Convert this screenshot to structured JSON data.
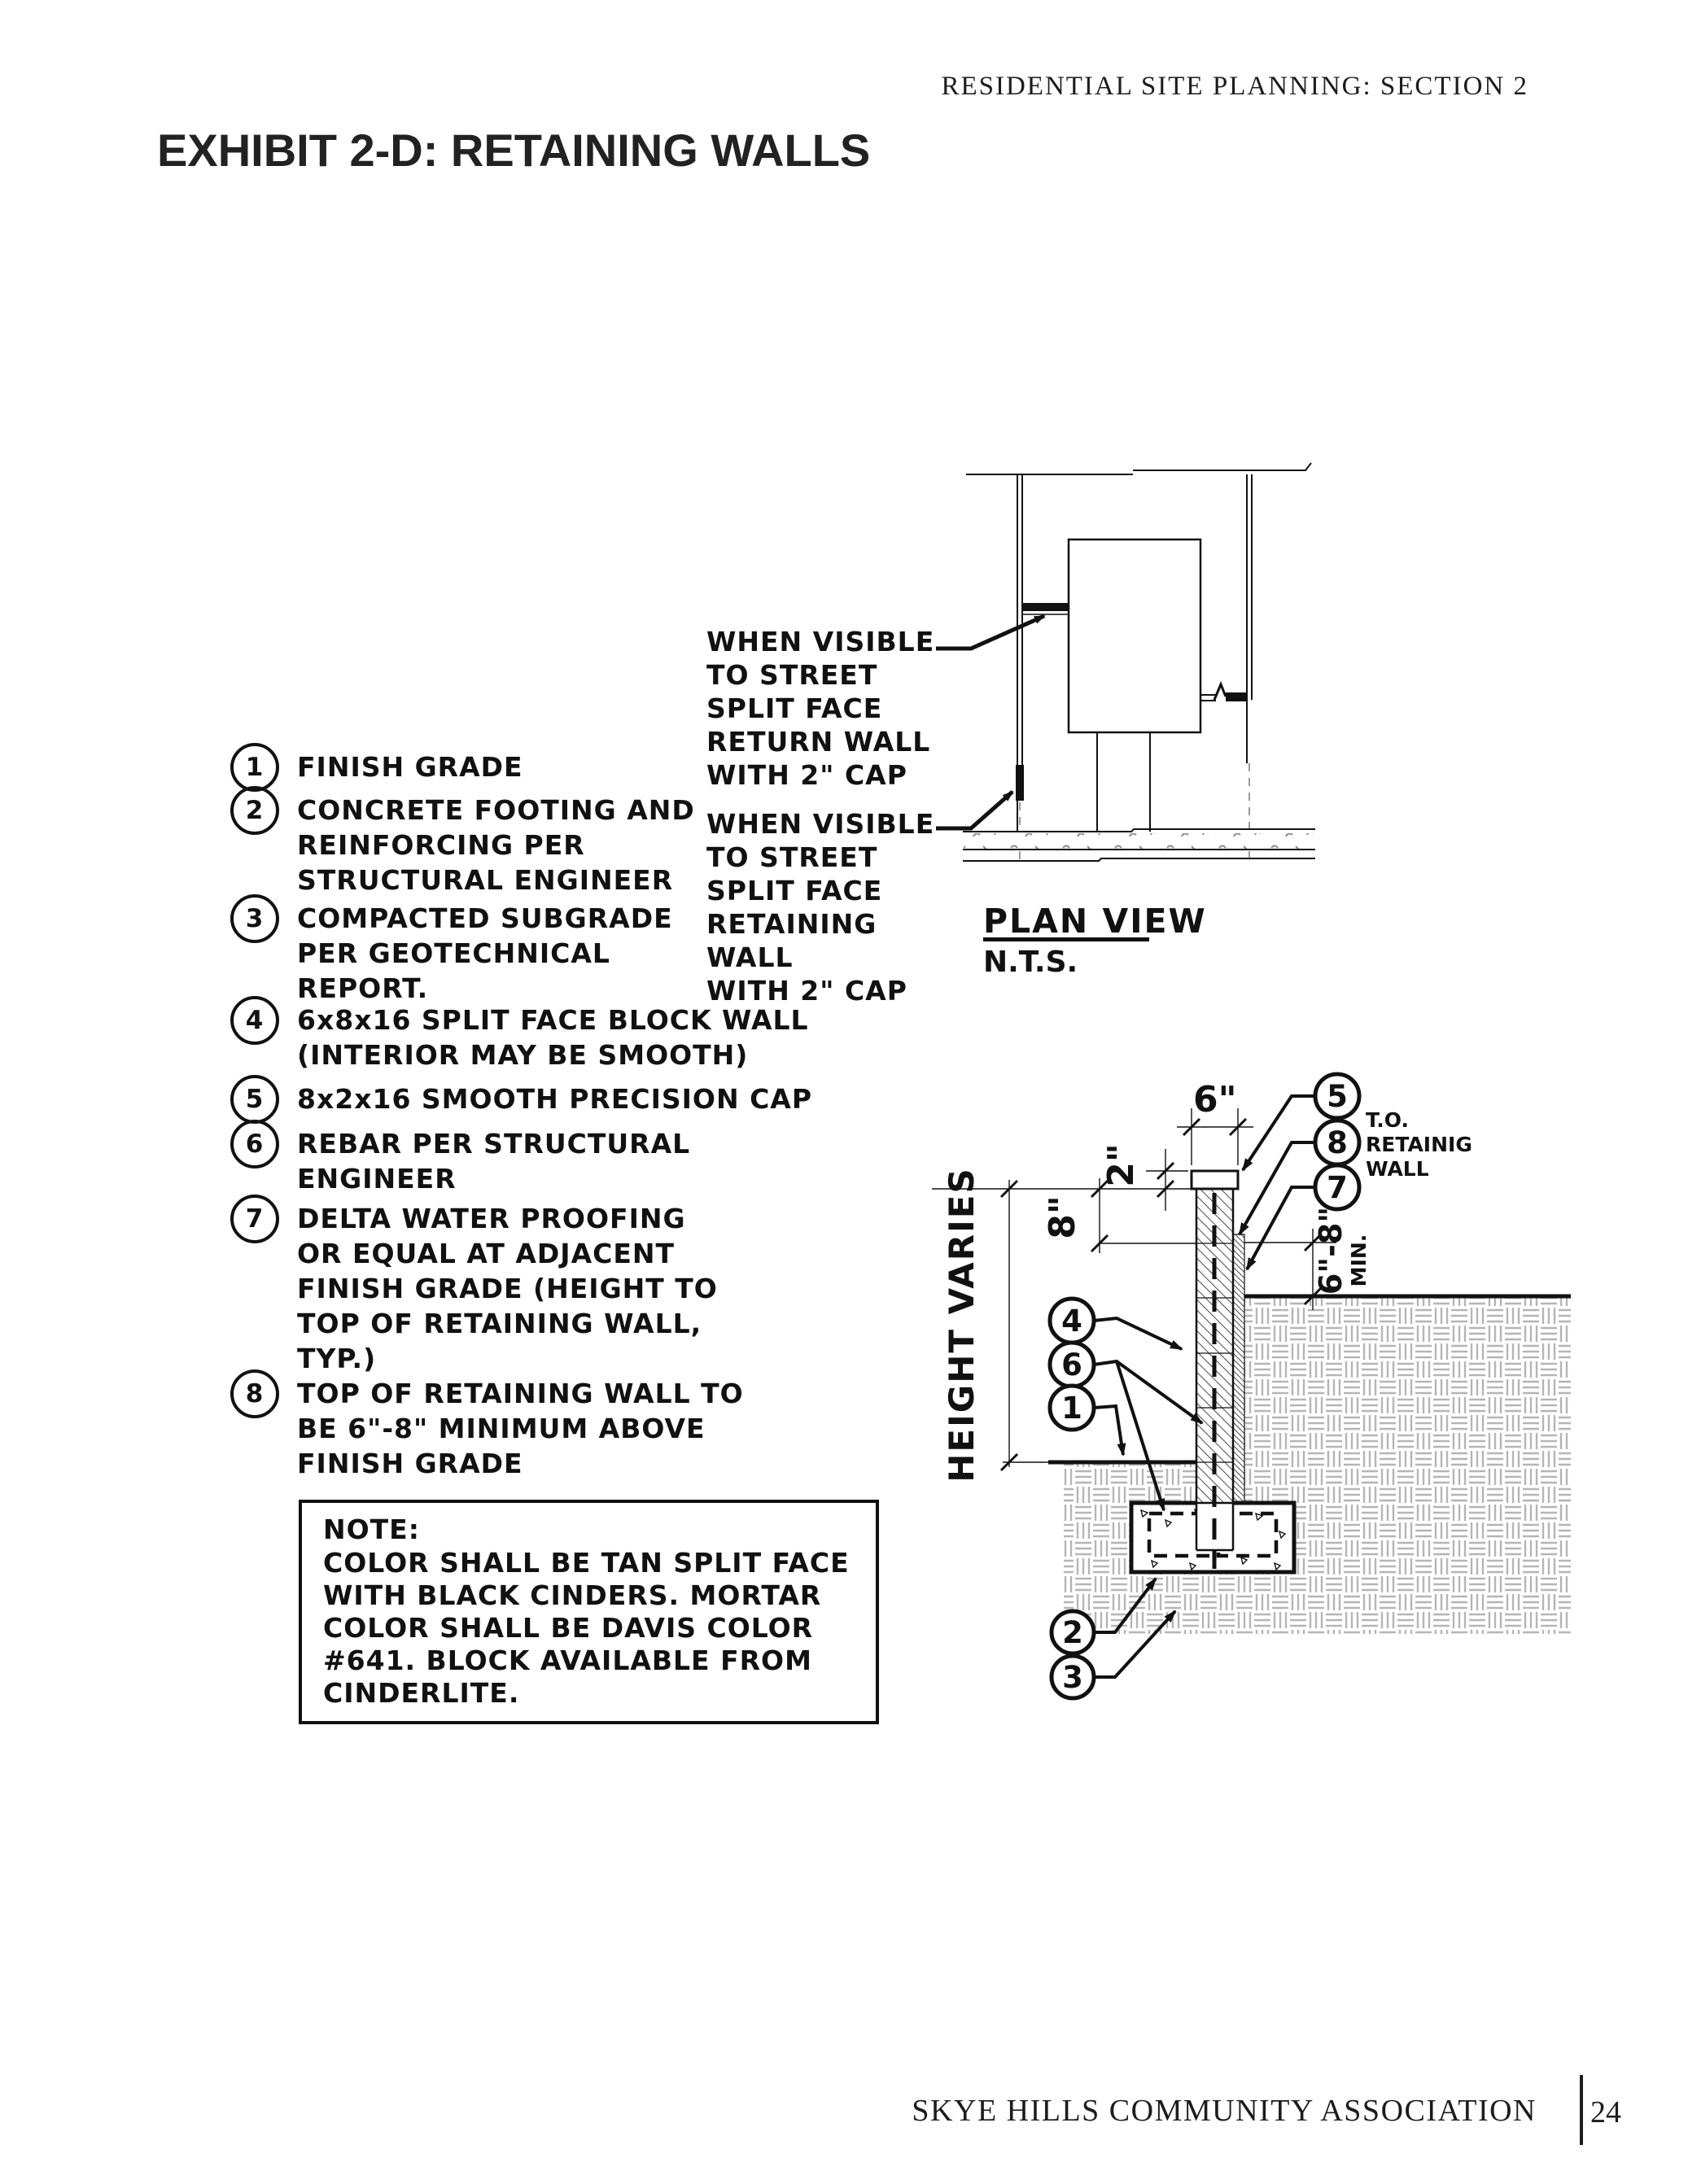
{
  "page": {
    "header": "RESIDENTIAL SITE PLANNING: SECTION 2",
    "title": "EXHIBIT 2-D: RETAINING WALLS",
    "footer": {
      "org": "SKYE HILLS COMMUNITY ASSOCIATION",
      "page_number": "24"
    }
  },
  "legend": {
    "items": [
      {
        "num": "1",
        "lines": [
          "FINISH GRADE"
        ]
      },
      {
        "num": "2",
        "lines": [
          "CONCRETE FOOTING AND",
          "REINFORCING PER",
          "STRUCTURAL ENGINEER"
        ]
      },
      {
        "num": "3",
        "lines": [
          "COMPACTED SUBGRADE",
          "PER GEOTECHNICAL",
          "REPORT."
        ]
      },
      {
        "num": "4",
        "lines": [
          "6x8x16 SPLIT FACE BLOCK WALL",
          "(INTERIOR MAY BE SMOOTH)"
        ]
      },
      {
        "num": "5",
        "lines": [
          "8x2x16 SMOOTH PRECISION CAP"
        ]
      },
      {
        "num": "6",
        "lines": [
          "REBAR PER STRUCTURAL",
          "ENGINEER"
        ]
      },
      {
        "num": "7",
        "lines": [
          "DELTA WATER PROOFING",
          "OR EQUAL AT ADJACENT",
          "FINISH GRADE (HEIGHT TO",
          "TOP OF RETAINING WALL,",
          "TYP.)"
        ]
      },
      {
        "num": "8",
        "lines": [
          "TOP OF RETAINING WALL TO",
          "BE 6\"-8\" MINIMUM ABOVE",
          "FINISH GRADE"
        ]
      }
    ]
  },
  "plan": {
    "callout_return_wall": [
      "WHEN VISIBLE",
      "TO STREET",
      "SPLIT FACE",
      "RETURN WALL",
      "WITH 2\" CAP"
    ],
    "callout_retaining_wall": [
      "WHEN VISIBLE",
      "TO STREET",
      "SPLIT FACE",
      "RETAINING WALL",
      "WITH 2\" CAP"
    ],
    "view_label": "PLAN VIEW",
    "scale_label": "N.T.S."
  },
  "section": {
    "dim_width": "6\"",
    "dim_cap": "2\"",
    "dim_course": "8\"",
    "dim_height": "HEIGHT VARIES",
    "dim_exposure": "6\"-8\"",
    "dim_exposure_min": "MIN.",
    "to_label": [
      "T.O.",
      "RETAINIG",
      "WALL"
    ],
    "callouts": {
      "cap": "5",
      "top_of_wall": "8",
      "waterproofing": "7",
      "block_wall": "4",
      "rebar": "6",
      "finish_grade": "1",
      "footing": "2",
      "subgrade": "3"
    }
  },
  "note": {
    "title": "NOTE:",
    "body": [
      "COLOR SHALL BE TAN SPLIT FACE",
      "WITH BLACK CINDERS. MORTAR",
      "COLOR SHALL BE DAVIS COLOR",
      "#641. BLOCK AVAILABLE FROM",
      "CINDERLITE."
    ]
  },
  "colors": {
    "ink": "#111111",
    "earth_hatch": "#b5b5b5",
    "stipple": "#8a8a8a",
    "paper": "#ffffff"
  }
}
